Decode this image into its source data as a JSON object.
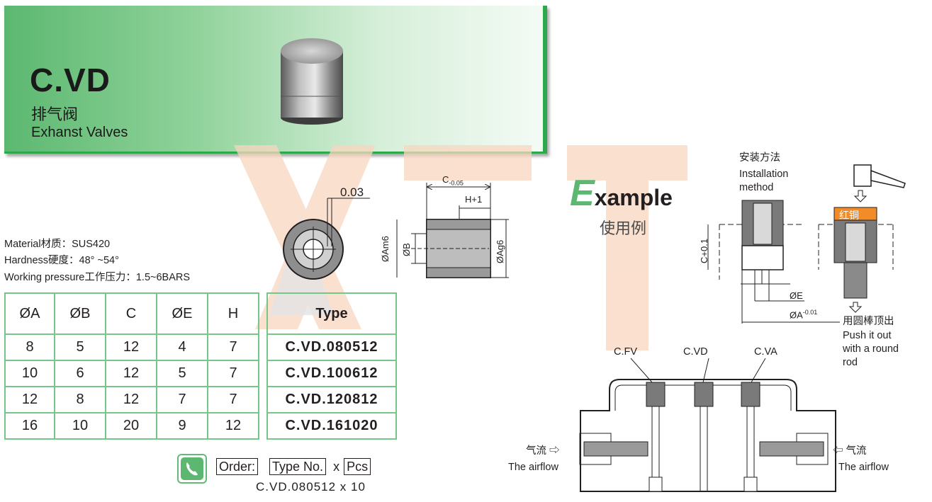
{
  "header": {
    "title": "C.VD",
    "subtitle_cn": "排气阀",
    "subtitle_en": "Exhanst Valves"
  },
  "specs": {
    "material": "Material材质：SUS420",
    "hardness": "Hardness硬度：48° ~54°",
    "pressure": "Working pressure工作压力：1.5~6BARS"
  },
  "drawing": {
    "tol": "0.03",
    "c": "C",
    "c_tol": "-0.05",
    "h": "H+1",
    "am6": "ØAm6",
    "b": "ØB",
    "ag6": "ØAg6"
  },
  "table": {
    "headers": [
      "ØA",
      "ØB",
      "C",
      "ØE",
      "H"
    ],
    "type_header": "Type",
    "rows": [
      {
        "cells": [
          "8",
          "5",
          "12",
          "4",
          "7"
        ],
        "type": "C.VD.080512"
      },
      {
        "cells": [
          "10",
          "6",
          "12",
          "5",
          "7"
        ],
        "type": "C.VD.100612"
      },
      {
        "cells": [
          "12",
          "8",
          "12",
          "7",
          "7"
        ],
        "type": "C.VD.120812"
      },
      {
        "cells": [
          "16",
          "10",
          "20",
          "9",
          "12"
        ],
        "type": "C.VD.161020"
      }
    ]
  },
  "order": {
    "label": "Order:",
    "type_no": "Type No.",
    "x": "x",
    "pcs": "Pcs",
    "example": "C.VD.080512 x 10"
  },
  "example": {
    "title_rest": "xample",
    "title_e": "E",
    "title_cn": "使用例",
    "install_cn": "安装方法",
    "install_en1": "Installation",
    "install_en2": "method",
    "copper": "红铜",
    "c_tol": "C+0.1",
    "e_label": "ØE",
    "a_label": "ØA",
    "a_tol": "-0.01",
    "push_cn": "用圆棒顶出",
    "push_en1": "Push it out",
    "push_en2": "with a round",
    "push_en3": "rod",
    "fv": "C.FV",
    "vd": "C.VD",
    "va": "C.VA",
    "airflow_cn": "气流",
    "airflow_en": "The airflow"
  },
  "colors": {
    "green": "#5cb870",
    "green_dark": "#2da84a",
    "copper": "#f28c28",
    "watermark": "#f6b38a"
  }
}
